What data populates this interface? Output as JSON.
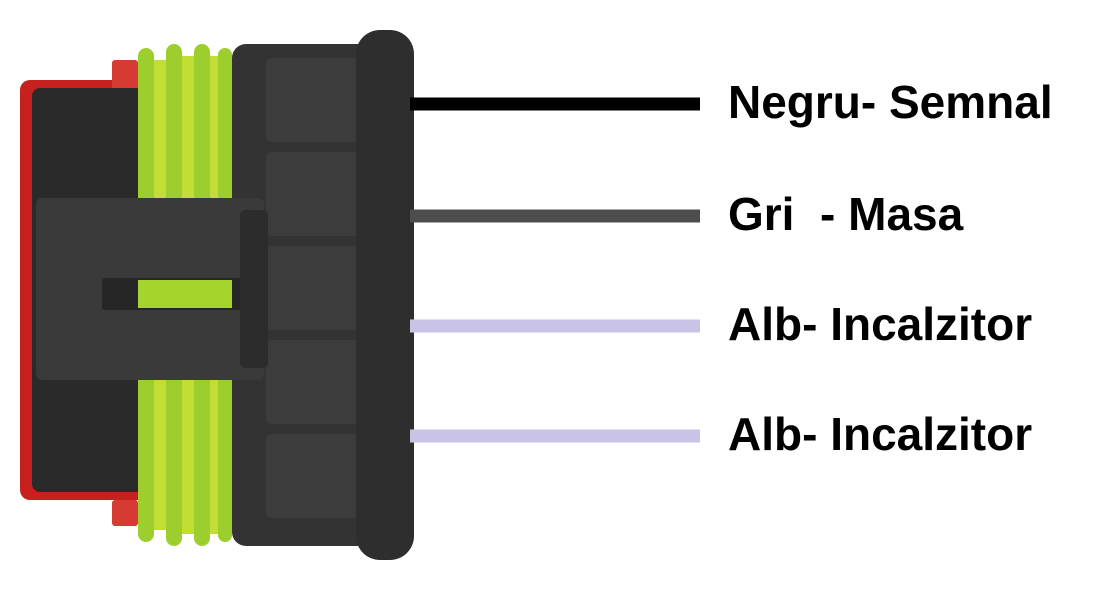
{
  "wires": [
    {
      "label": "Negru- Semnal",
      "color": "#000000"
    },
    {
      "label": "Gri  - Masa",
      "color": "#4d4d4d"
    },
    {
      "label": "Alb- Incalzitor",
      "color": "#c9c4e6"
    },
    {
      "label": "Alb- Incalzitor",
      "color": "#c9c4e6"
    }
  ],
  "connector": {
    "body_color": "#2e2e2e",
    "seal_color": "#9ccf2e",
    "cap_color": "#c4211f"
  }
}
